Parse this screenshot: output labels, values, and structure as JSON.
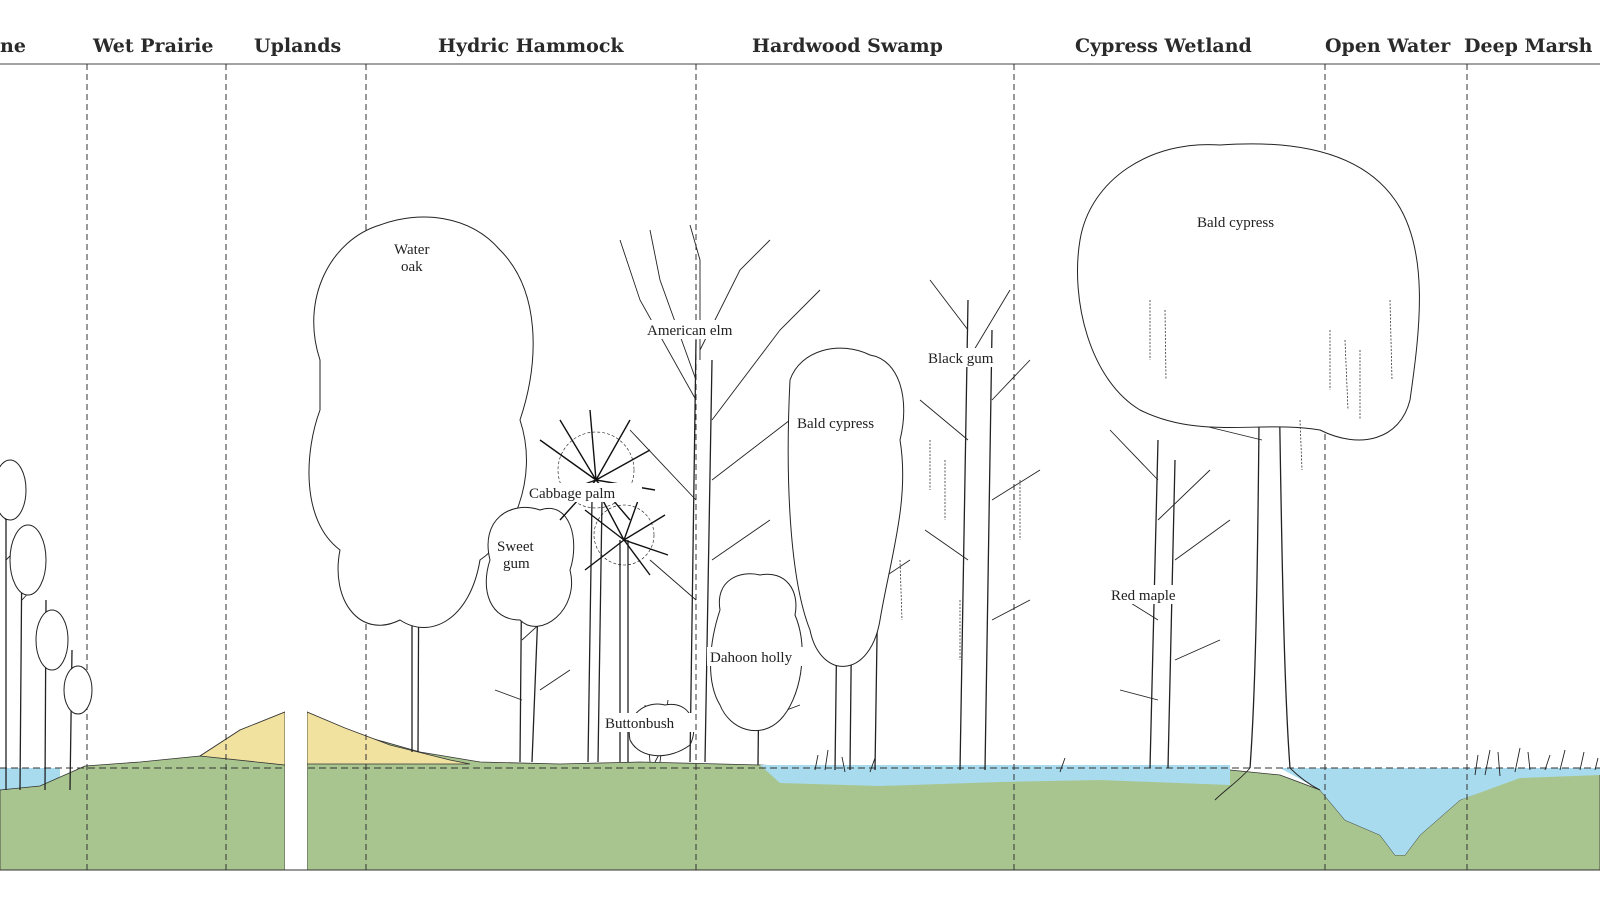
{
  "zones": [
    {
      "id": "pine",
      "label": "ne"
    },
    {
      "id": "wet-prairie",
      "label": "Wet Prairie"
    },
    {
      "id": "uplands",
      "label": "Uplands"
    },
    {
      "id": "hydric-hammock",
      "label": "Hydric Hammock"
    },
    {
      "id": "hardwood-swamp",
      "label": "Hardwood Swamp"
    },
    {
      "id": "cypress-wetland",
      "label": "Cypress Wetland"
    },
    {
      "id": "open-water",
      "label": "Open Water"
    },
    {
      "id": "deep-marsh",
      "label": "Deep Marsh"
    }
  ],
  "species": {
    "water_oak_1": "Water",
    "water_oak_2": "oak",
    "american_elm": "American elm",
    "cabbage_palm": "Cabbage palm",
    "sweet_gum_1": "Sweet",
    "sweet_gum_2": "gum",
    "buttonbush": "Buttonbush",
    "dahoon_holly": "Dahoon holly",
    "bald_cypress_swamp": "Bald cypress",
    "black_gum": "Black gum",
    "red_maple": "Red maple",
    "bald_cypress_wetland": "Bald cypress"
  },
  "colors": {
    "ground": "#a9c58f",
    "sand": "#f2e2a0",
    "water": "#a8dbee",
    "ink": "#222222"
  }
}
